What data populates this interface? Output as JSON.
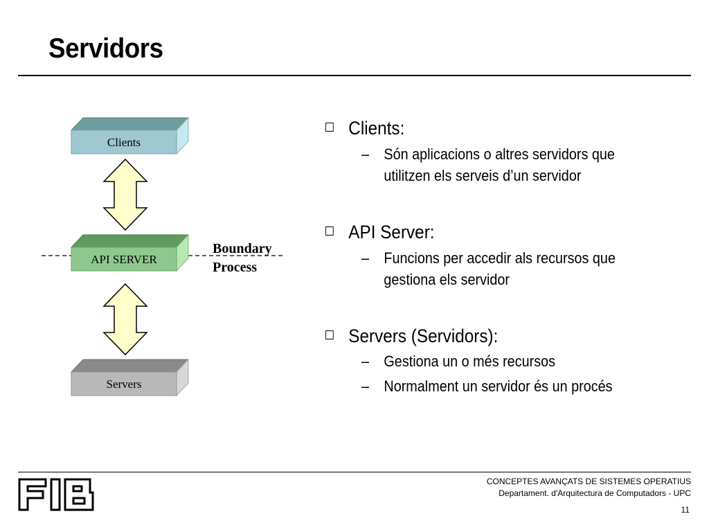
{
  "title": "Servidors",
  "diagram": {
    "clients_label": "Clients",
    "api_label": "API SERVER",
    "servers_label": "Servers",
    "boundary_line1": "Boundary",
    "boundary_line2": "Process"
  },
  "bullets": [
    {
      "heading": "Clients:",
      "subs": [
        "Són aplicacions o altres servidors que utilitzen els serveis d’un servidor"
      ],
      "sub_lines": [
        [
          "Són aplicacions o altres servidors que",
          "utilitzen els serveis d’un servidor"
        ]
      ]
    },
    {
      "heading": "API Server:",
      "sub_lines": [
        [
          "Funcions per accedir als recursos que",
          "gestiona els servidor"
        ]
      ]
    },
    {
      "heading": "Servers (Servidors):",
      "sub_lines": [
        [
          "Gestiona un o més recursos"
        ],
        [
          "Normalment un servidor és un procés"
        ]
      ]
    }
  ],
  "footer": {
    "line1": "CONCEPTES AVANÇATS DE SISTEMES OPERATIUS",
    "line2": "Departament.  d'Arquitectura de Computadors - UPC",
    "page": "11",
    "logo_text": "FIB"
  },
  "colors": {
    "clients_front": "#9fc8d0",
    "clients_top": "#6f9c9c",
    "clients_side": "#c5e9ef",
    "api_front": "#8fc88f",
    "api_top": "#5f9a5f",
    "api_side": "#b6e8b0",
    "servers_front": "#b8b8b8",
    "servers_top": "#8a8a8a",
    "servers_side": "#d8d8d8",
    "arrow_fill": "#ffffcc"
  }
}
